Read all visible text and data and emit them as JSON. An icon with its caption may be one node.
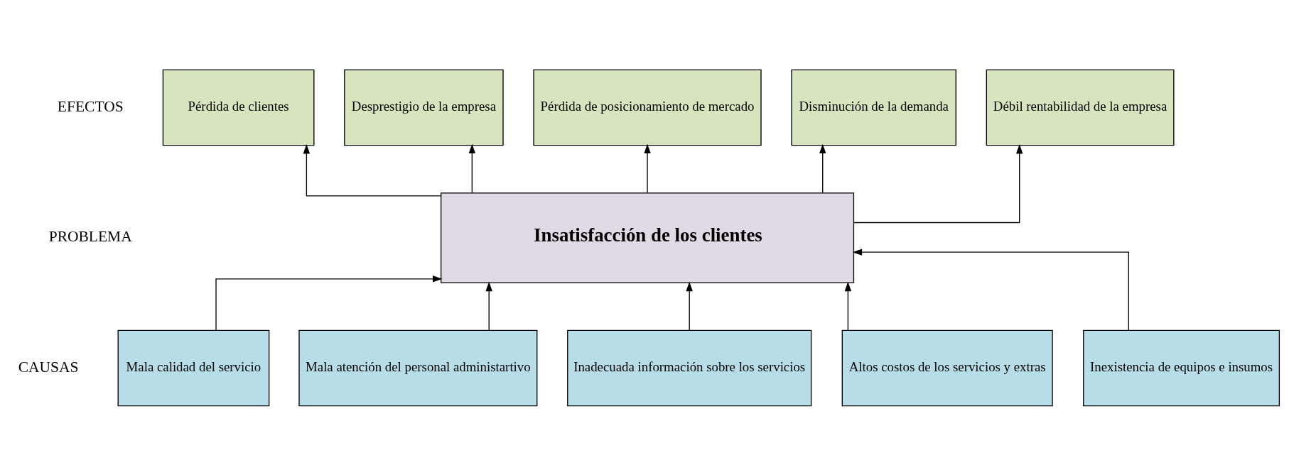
{
  "diagram": {
    "nodes": [
      {
        "text": [
          "Pérdida de clientes"
        ]
      },
      {
        "text": [
          "Desprestigio de la empresa"
        ]
      },
      {
        "text": [
          "Pérdida de posicionamiento de mercado"
        ]
      },
      {
        "text": [
          "Disminución de la demanda"
        ]
      },
      {
        "text": [
          "Débil rentabilidad de la empresa"
        ]
      },
      {
        "text": [
          "Insatisfacción de los clientes"
        ]
      },
      {
        "text": [
          "Mala calidad del servicio"
        ]
      },
      {
        "text": [
          "Mala atención del personal administartivo"
        ]
      },
      {
        "text": [
          "Inadecuada información sobre los servicios"
        ]
      },
      {
        "text": [
          "Altos costos de los servicios y extras"
        ]
      },
      {
        "text": [
          "Inexistencia de equipos e insumos"
        ]
      }
    ],
    "edges": [
      {
        "from": 5,
        "to": 0,
        "arrow": "to"
      },
      {
        "from": 5,
        "to": 1,
        "arrow": "to"
      },
      {
        "from": 5,
        "to": 2,
        "arrow": "to"
      },
      {
        "from": 5,
        "to": 3,
        "arrow": "to"
      },
      {
        "from": 5,
        "to": 4,
        "arrow": "to"
      },
      {
        "from": 6,
        "to": 5,
        "arrow": "to"
      },
      {
        "from": 7,
        "to": 5,
        "arrow": "to"
      },
      {
        "from": 8,
        "to": 5,
        "arrow": "to"
      },
      {
        "from": 9,
        "to": 5,
        "arrow": "to"
      },
      {
        "from": 10,
        "to": 5,
        "arrow": "to"
      }
    ],
    "labels": [
      "EFECTOS",
      "PROBLEMA",
      "CAUSAS"
    ]
  }
}
